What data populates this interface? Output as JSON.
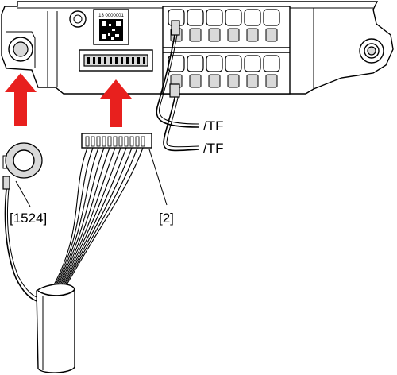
{
  "callouts": {
    "sensor_ref": "[1524]",
    "connector_ref": "[2]",
    "wire_label_top": "/TF",
    "wire_label_bottom": "/TF"
  },
  "product_label": {
    "code": "13 0000001"
  },
  "colors": {
    "arrow": "#e8201e",
    "line": "#000000",
    "background": "#ffffff",
    "shade": "#d9d9d9"
  },
  "icons": [
    "up-arrow-icon",
    "qr-code-icon",
    "mounting-hole-icon"
  ]
}
